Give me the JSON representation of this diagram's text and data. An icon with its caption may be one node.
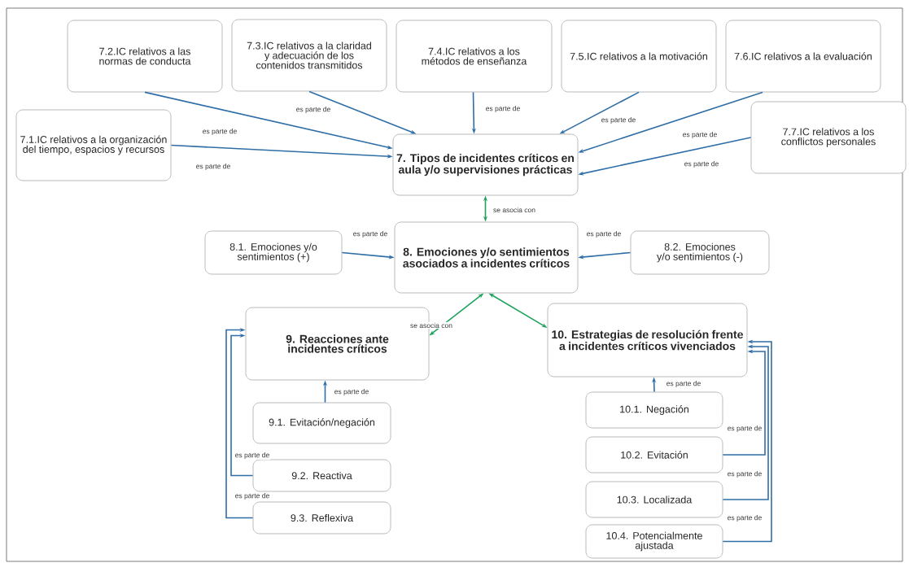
{
  "diagram": {
    "nodes": [
      {
        "text": [
          "7.1.IC relativos a la organización del tiempo, espacios y recursos"
        ]
      },
      {
        "text": [
          "7.2.IC relativos a las normas de conducta"
        ]
      },
      {
        "text": [
          "7.3.IC relativos a la claridad y adecuación de los contenidos transmitidos"
        ]
      },
      {
        "text": [
          "7.4.IC relativos a los métodos de enseñanza"
        ]
      },
      {
        "text": [
          "7.5.IC relativos a la motivación"
        ]
      },
      {
        "text": [
          "7.6.IC relativos a la evaluación"
        ]
      },
      {
        "text": [
          "7.7.IC relativos a los conflictos personales"
        ]
      },
      {
        "text": [
          "7. Tipos de incidentes críticos en aula y/o supervisiones prácticas"
        ]
      },
      {
        "text": [
          "8. Emociones y/o sentimientos asociados a incidentes críticos"
        ]
      },
      {
        "text": [
          "8.1. Emociones y/o sentimientos (+)"
        ]
      },
      {
        "text": [
          "8.2. Emociones y/o sentimientos (-)"
        ]
      },
      {
        "text": [
          "9. Reacciones ante incidentes críticos"
        ]
      },
      {
        "text": [
          "10. Estrategias de resolución frente a incidentes críticos vivenciados"
        ]
      },
      {
        "text": [
          "9.1. Evitación/negación"
        ]
      },
      {
        "text": [
          "9.2. Reactiva"
        ]
      },
      {
        "text": [
          "9.3. Reflexiva"
        ]
      },
      {
        "text": [
          "10.1. Negación"
        ]
      },
      {
        "text": [
          "10.2. Evitación"
        ]
      },
      {
        "text": [
          "10.3. Localizada"
        ]
      },
      {
        "text": [
          "10.4. Potencialmente ajustada"
        ]
      }
    ],
    "edges": [
      {
        "from": 0,
        "to": 7,
        "arrow": "to",
        "label": "es parte de"
      },
      {
        "from": 1,
        "to": 7,
        "arrow": "to",
        "label": "es parte de"
      },
      {
        "from": 2,
        "to": 7,
        "arrow": "to",
        "label": "es parte de"
      },
      {
        "from": 3,
        "to": 7,
        "arrow": "to",
        "label": "es parte de"
      },
      {
        "from": 4,
        "to": 7,
        "arrow": "to",
        "label": "es parte de"
      },
      {
        "from": 5,
        "to": 7,
        "arrow": "to",
        "label": "es parte de"
      },
      {
        "from": 6,
        "to": 7,
        "arrow": "to",
        "label": "es parte de"
      },
      {
        "from": 8,
        "to": 7,
        "arrow": "both",
        "label": "se asocia con",
        "color": "#1fa35c"
      },
      {
        "from": 9,
        "to": 8,
        "arrow": "to",
        "label": "es parte de"
      },
      {
        "from": 10,
        "to": 8,
        "arrow": "to",
        "label": "es parte de"
      },
      {
        "from": 8,
        "to": 11,
        "arrow": "both",
        "label": "se asocia con",
        "color": "#1fa35c"
      },
      {
        "from": 8,
        "to": 12,
        "arrow": "both",
        "color": "#1fa35c"
      },
      {
        "from": 13,
        "to": 11,
        "arrow": "to",
        "label": "es parte de"
      },
      {
        "from": 14,
        "to": 11,
        "arrow": "to",
        "label": "es parte de"
      },
      {
        "from": 15,
        "to": 11,
        "arrow": "to",
        "label": "es parte de"
      },
      {
        "from": 16,
        "to": 12,
        "arrow": "to",
        "label": "es parte de"
      },
      {
        "from": 17,
        "to": 12,
        "arrow": "to",
        "label": "es parte de"
      },
      {
        "from": 18,
        "to": 12,
        "arrow": "to",
        "label": "es parte de"
      },
      {
        "from": 19,
        "to": 12,
        "arrow": "to",
        "label": "es parte de"
      }
    ]
  }
}
